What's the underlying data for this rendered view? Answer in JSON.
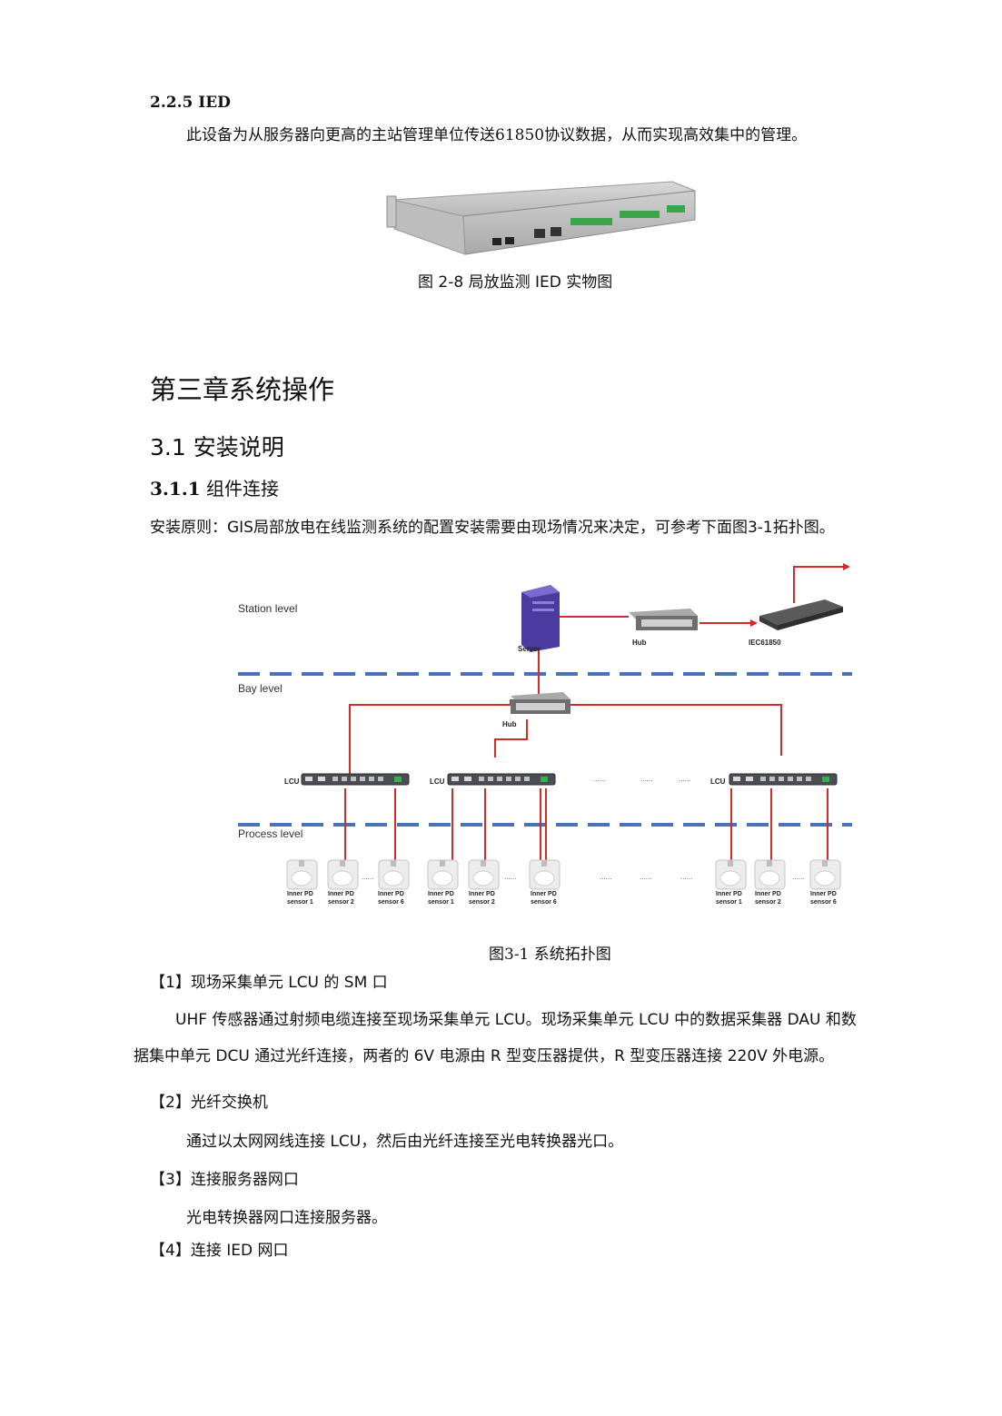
{
  "section_225": {
    "heading": "2.2.5 IED",
    "body": "此设备为从服务器向更高的主站管理单位传送61850协议数据，从而实现高效集中的管理。",
    "figure_caption": "图 2-8 局放监测  IED 实物图"
  },
  "chapter3": {
    "title": "第三章系统操作"
  },
  "section_31": {
    "title": "3.1 安装说明"
  },
  "section_311": {
    "number": "3.1.1",
    "title": "组件连接",
    "intro": "安装原则：GIS局部放电在线监测系统的配置安装需要由现场情况来决定，可参考下面图3-1拓扑图。"
  },
  "topology": {
    "caption": "图3-1  系统拓扑图",
    "levels": {
      "station": "Station level",
      "bay": "Bay level",
      "process": "Process level"
    },
    "labels": {
      "server": "Server",
      "hub_station": "Hub",
      "iec": "IEC61850",
      "hub_bay": "Hub",
      "lcu": "LCU",
      "ellipsis": "......",
      "sensor1_l1": "Inner PD",
      "sensor1_l2": "sensor 1",
      "sensor2_l1": "Inner PD",
      "sensor2_l2": "sensor 2",
      "sensor6_l1": "Inner PD",
      "sensor6_l2": "sensor 6"
    }
  },
  "items": [
    {
      "label": "【1】现场采集单元  LCU 的 SM 口",
      "paragraphs": [
        "UHF 传感器通过射频电缆连接至现场采集单元  LCU。现场采集单元  LCU 中的数据采集器  DAU 和数",
        "据集中单元  DCU 通过光纤连接，两者的  6V 电源由  R 型变压器提供，R 型变压器连接  220V 外电源。"
      ]
    },
    {
      "label": "【2】光纤交换机",
      "paragraphs": [
        "通过以太网网线连接      LCU，然后由光纤连接至光电转换器光口。"
      ]
    },
    {
      "label": "【3】连接服务器网口",
      "paragraphs": [
        "光电转换器网口连接服务器。"
      ]
    },
    {
      "label": "【4】连接  IED 网口",
      "paragraphs": []
    }
  ],
  "colors": {
    "link": "#d42a2a",
    "level_dash": "#4a72b8"
  }
}
